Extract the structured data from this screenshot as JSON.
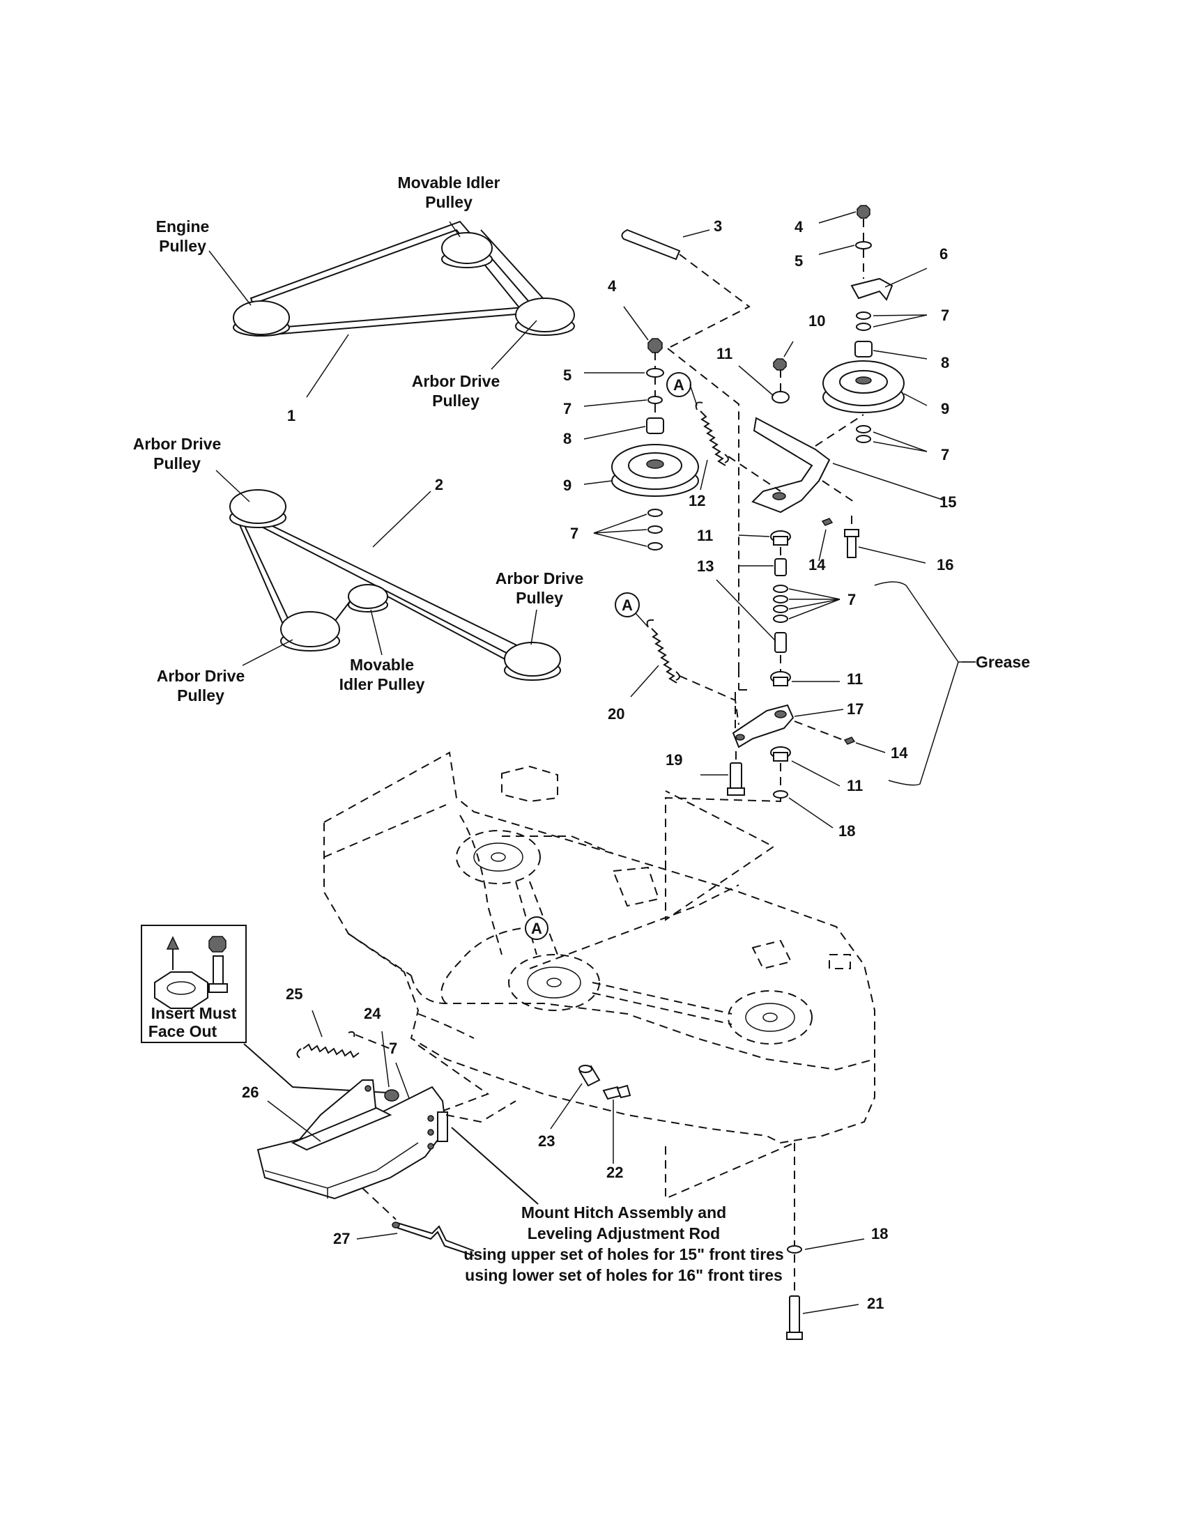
{
  "belt_diagram_top": {
    "engine_pulley": [
      "Engine",
      "Pulley"
    ],
    "movable_idler_pulley": [
      "Movable Idler",
      "Pulley"
    ],
    "arbor_drive_pulley": [
      "Arbor Drive",
      "Pulley"
    ],
    "belt_number": "1"
  },
  "belt_diagram_bottom": {
    "arbor_drive_pulley_top": [
      "Arbor Drive",
      "Pulley"
    ],
    "arbor_drive_pulley_right": [
      "Arbor Drive",
      "Pulley"
    ],
    "arbor_drive_pulley_bottom": [
      "Arbor Drive",
      "Pulley"
    ],
    "movable_idler_pulley": [
      "Movable",
      "Idler Pulley"
    ],
    "belt_number": "2"
  },
  "reference_marker": "A",
  "part_numbers": {
    "p1": "1",
    "p2": "2",
    "p3": "3",
    "p4": "4",
    "p5": "5",
    "p6": "6",
    "p7": "7",
    "p8": "8",
    "p9": "9",
    "p10": "10",
    "p11": "11",
    "p12": "12",
    "p13": "13",
    "p14": "14",
    "p15": "15",
    "p16": "16",
    "p17": "17",
    "p18": "18",
    "p19": "19",
    "p20": "20",
    "p21": "21",
    "p22": "22",
    "p23": "23",
    "p24": "24",
    "p25": "25",
    "p26": "26",
    "p27": "27"
  },
  "grease_label": "Grease",
  "insert_note": [
    "Insert Must",
    "Face Out"
  ],
  "mount_note": [
    "Mount Hitch Assembly and",
    "Leveling Adjustment Rod",
    "using upper set of holes for 15\" front tires",
    "using lower set of holes for 16\" front tires"
  ]
}
